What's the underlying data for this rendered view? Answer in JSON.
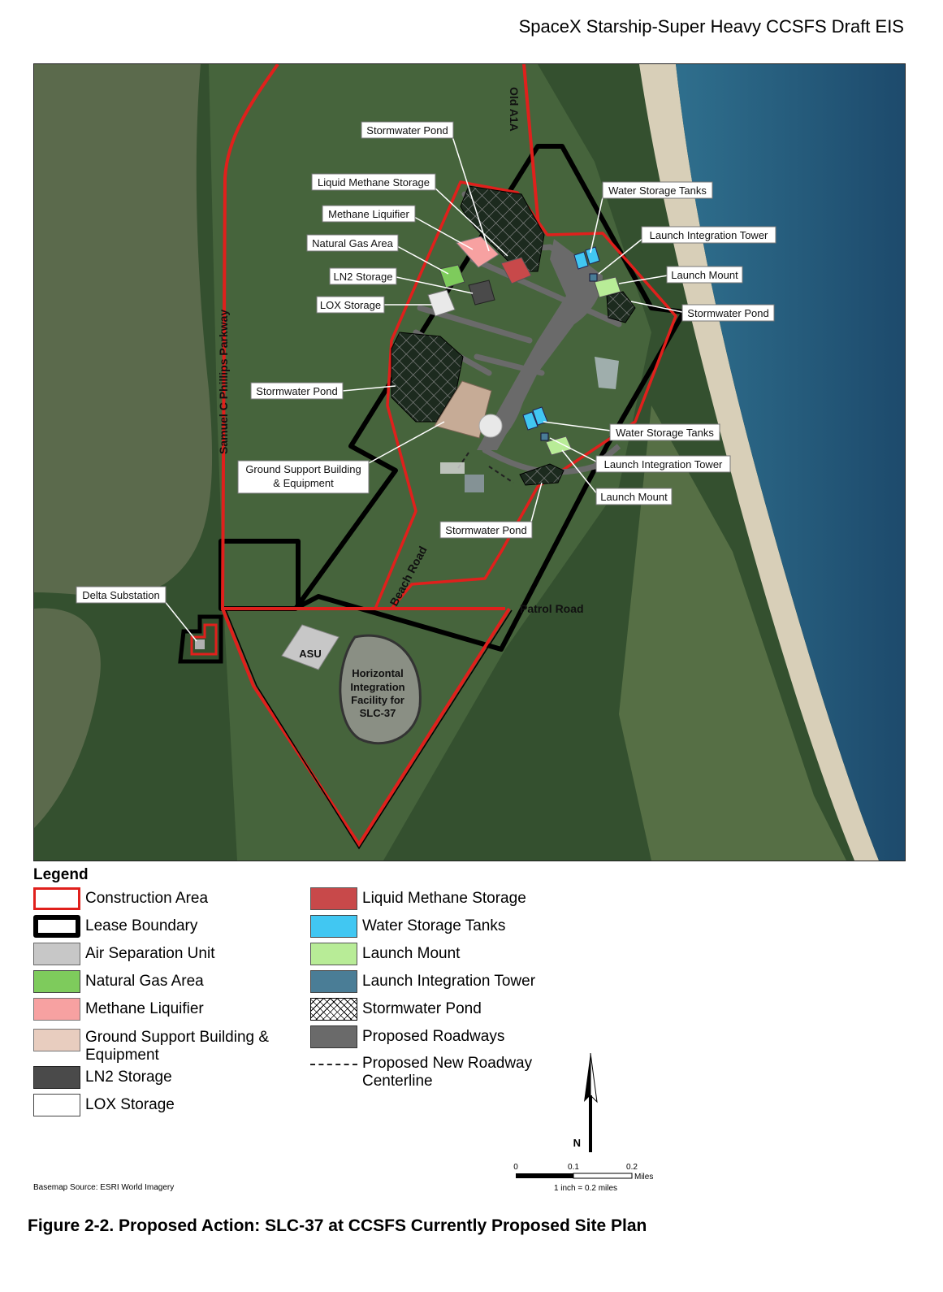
{
  "header": {
    "document_title": "SpaceX Starship-Super Heavy CCSFS Draft EIS"
  },
  "map": {
    "callouts": {
      "stormwater_pond_top": "Stormwater Pond",
      "liquid_methane_storage": "Liquid Methane Storage",
      "methane_liquifier": "Methane Liquifier",
      "natural_gas_area": "Natural Gas Area",
      "ln2_storage": "LN2 Storage",
      "lox_storage": "LOX Storage",
      "stormwater_pond_west": "Stormwater Pond",
      "ground_support_line1": "Ground Support Building",
      "ground_support_line2": "& Equipment",
      "water_storage_tanks_north": "Water Storage Tanks",
      "launch_integration_tower_north": "Launch Integration Tower",
      "launch_mount_north": "Launch Mount",
      "stormwater_pond_east": "Stormwater Pond",
      "water_storage_tanks_south": "Water Storage Tanks",
      "launch_integration_tower_south": "Launch Integration Tower",
      "launch_mount_south": "Launch Mount",
      "stormwater_pond_south": "Stormwater Pond",
      "delta_substation": "Delta Substation"
    },
    "roads": {
      "old_a1a": "Old A1A",
      "samuel_c_phillips": "Samuel C Phillips Parkway",
      "beach_road": "Beach Road",
      "patrol_road": "Patrol Road"
    },
    "facilities": {
      "asu": "ASU",
      "hif_line1": "Horizontal",
      "hif_line2": "Integration",
      "hif_line3": "Facility for",
      "hif_line4": "SLC-37"
    }
  },
  "legend": {
    "title": "Legend",
    "items": {
      "construction_area": "Construction Area",
      "lease_boundary": "Lease Boundary",
      "air_separation_unit": "Air Separation Unit",
      "natural_gas_area": "Natural Gas Area",
      "methane_liquifier": "Methane Liquifier",
      "ground_support": "Ground Support Building & Equipment",
      "ln2_storage": "LN2 Storage",
      "lox_storage": "LOX Storage",
      "liquid_methane_storage": "Liquid Methane Storage",
      "water_storage_tanks": "Water Storage Tanks",
      "launch_mount": "Launch Mount",
      "launch_integration_tower": "Launch Integration Tower",
      "stormwater_pond": "Stormwater Pond",
      "proposed_roadways": "Proposed Roadways",
      "proposed_centerline": "Proposed New Roadway Centerline"
    }
  },
  "north_arrow": {
    "label": "N"
  },
  "scale_bar": {
    "tick_0": "0",
    "tick_1": "0.1",
    "tick_2": "0.2",
    "unit": "Miles",
    "ratio": "1 inch = 0.2 miles"
  },
  "basemap_source": "Basemap Source: ESRI World Imagery",
  "caption": "Figure 2-2. Proposed Action: SLC-37 at CCSFS Currently Proposed Site Plan",
  "colors": {
    "construction_area": "#e0201c",
    "lease_boundary": "#000000",
    "air_separation_unit": "#c7c7c7",
    "natural_gas_area": "#7ecb5c",
    "methane_liquifier": "#f7a1a1",
    "ground_support": "#e8cdbf",
    "ln2_storage": "#4a4a4a",
    "lox_storage": "#ffffff",
    "liquid_methane_storage": "#c8494a",
    "water_storage_tanks": "#41c7f2",
    "launch_mount": "#b8ec97",
    "launch_integration_tower": "#4a7d96",
    "proposed_roadways": "#6a6a6a"
  }
}
